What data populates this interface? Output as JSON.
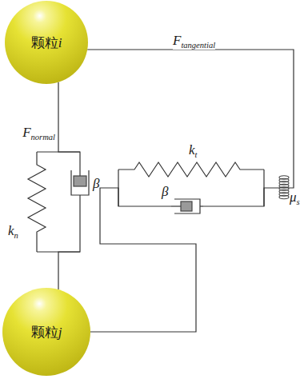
{
  "diagram": {
    "nodes": [
      {
        "text": [
          "颗粒i"
        ]
      },
      {
        "text": [
          "颗粒j"
        ]
      }
    ],
    "edges": [
      {
        "from": 0,
        "to": 1,
        "arrow": "none",
        "label": "Ftangential"
      },
      {
        "from": 0,
        "to": 1,
        "arrow": "none",
        "label": "Fnormal"
      }
    ],
    "labels": [
      "kt",
      "β",
      "μs",
      "β",
      "kn"
    ]
  }
}
